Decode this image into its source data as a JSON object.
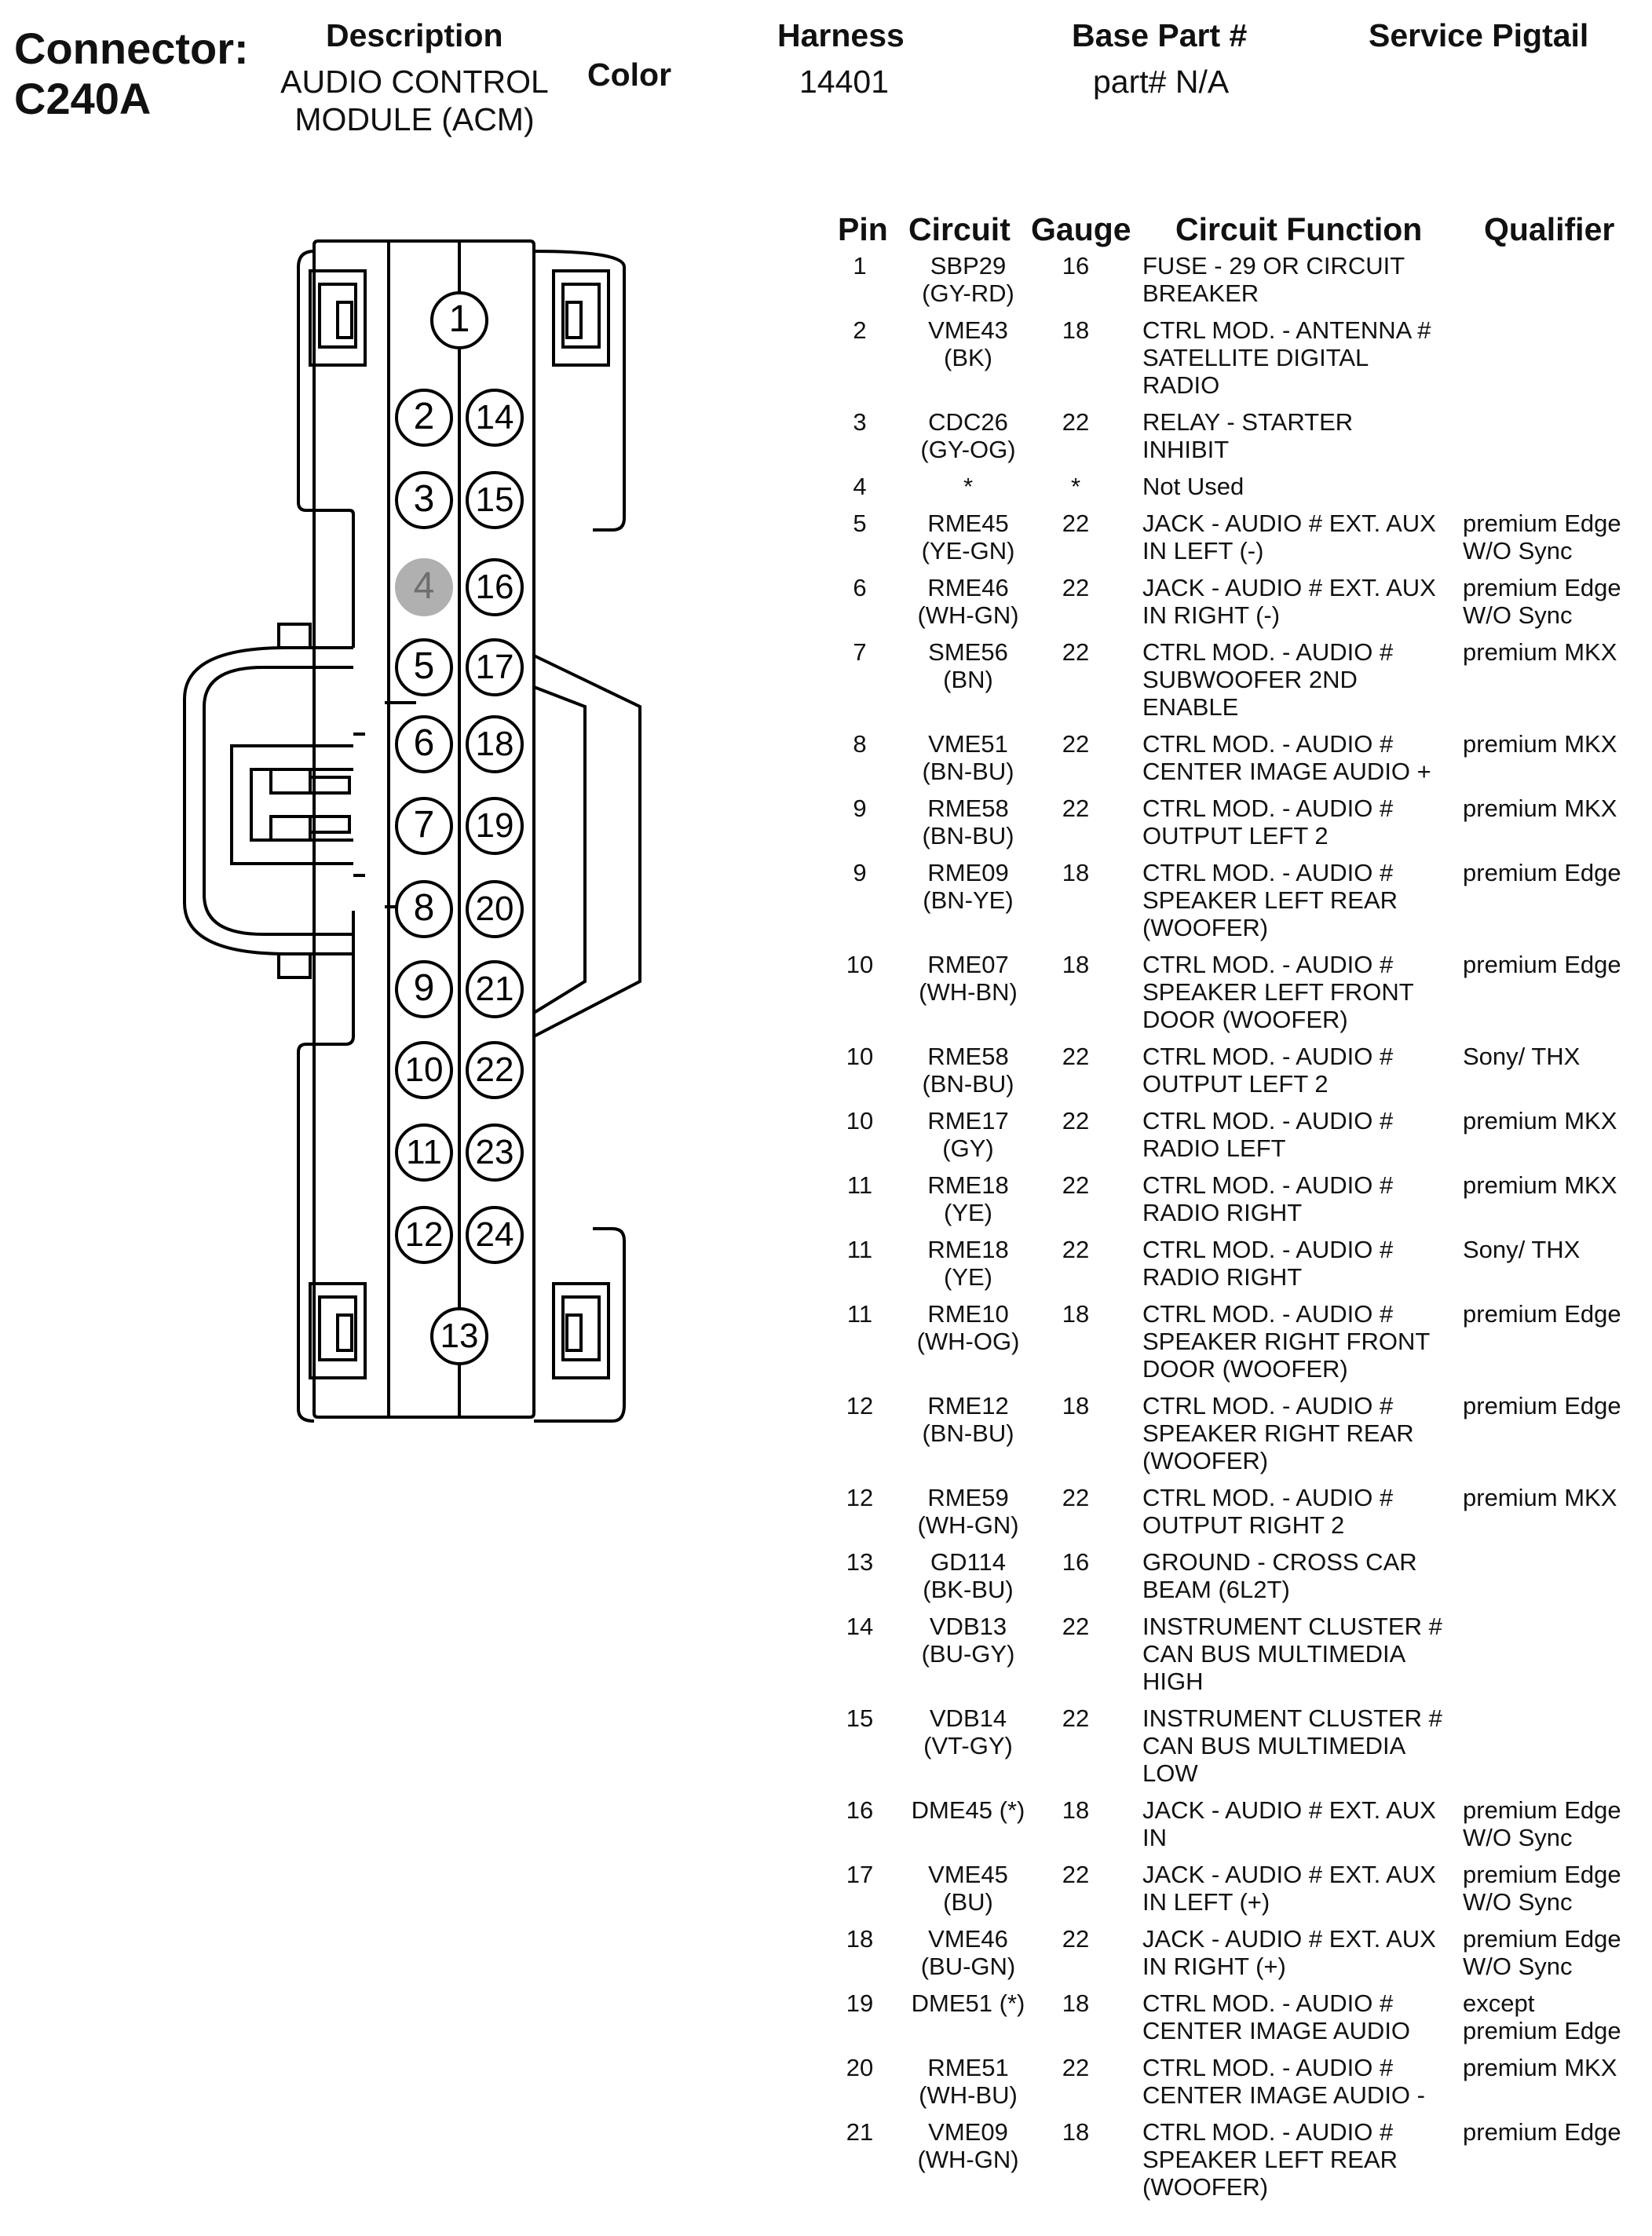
{
  "header": {
    "connector_label": "Connector:",
    "connector_id": "C240A",
    "description_label": "Description",
    "description_value_line1": "AUDIO CONTROL",
    "description_value_line2": "MODULE (ACM)",
    "color_label": "Color",
    "harness_label": "Harness",
    "harness_value": "14401",
    "base_part_label": "Base Part #",
    "base_part_value": "part# N/A",
    "service_pigtail_label": "Service Pigtail"
  },
  "diagram": {
    "pins_left": [
      "1",
      "2",
      "3",
      "4",
      "5",
      "6",
      "7",
      "8",
      "9",
      "10",
      "11",
      "12",
      "13"
    ],
    "pins_right": [
      "14",
      "15",
      "16",
      "17",
      "18",
      "19",
      "20",
      "21",
      "22",
      "23",
      "24"
    ],
    "highlighted_pin": "4",
    "highlight_color": "#b0b0b0"
  },
  "table": {
    "headers": {
      "pin": "Pin",
      "circuit": "Circuit",
      "gauge": "Gauge",
      "function": "Circuit Function",
      "qualifier": "Qualifier"
    },
    "rows": [
      {
        "pin": "1",
        "circuit": "SBP29\n(GY-RD)",
        "gauge": "16",
        "function": "FUSE - 29 OR CIRCUIT\nBREAKER",
        "qualifier": ""
      },
      {
        "pin": "2",
        "circuit": "VME43\n(BK)",
        "gauge": "18",
        "function": "CTRL MOD. - ANTENNA #\nSATELLITE DIGITAL\nRADIO",
        "qualifier": ""
      },
      {
        "pin": "3",
        "circuit": "CDC26\n(GY-OG)",
        "gauge": "22",
        "function": "RELAY - STARTER\nINHIBIT",
        "qualifier": ""
      },
      {
        "pin": "4",
        "circuit": "*",
        "gauge": "*",
        "function": "Not Used",
        "qualifier": ""
      },
      {
        "pin": "5",
        "circuit": "RME45\n(YE-GN)",
        "gauge": "22",
        "function": "JACK - AUDIO # EXT. AUX\nIN LEFT (-)",
        "qualifier": "premium Edge\nW/O Sync"
      },
      {
        "pin": "6",
        "circuit": "RME46\n(WH-GN)",
        "gauge": "22",
        "function": "JACK - AUDIO # EXT. AUX\nIN RIGHT (-)",
        "qualifier": "premium Edge\nW/O Sync"
      },
      {
        "pin": "7",
        "circuit": "SME56\n(BN)",
        "gauge": "22",
        "function": "CTRL MOD. - AUDIO #\nSUBWOOFER 2ND\nENABLE",
        "qualifier": "premium MKX"
      },
      {
        "pin": "8",
        "circuit": "VME51\n(BN-BU)",
        "gauge": "22",
        "function": "CTRL MOD. - AUDIO #\nCENTER IMAGE AUDIO +",
        "qualifier": "premium MKX"
      },
      {
        "pin": "9",
        "circuit": "RME58\n(BN-BU)",
        "gauge": "22",
        "function": "CTRL MOD. - AUDIO #\nOUTPUT LEFT 2",
        "qualifier": "premium MKX"
      },
      {
        "pin": "9",
        "circuit": "RME09\n(BN-YE)",
        "gauge": "18",
        "function": "CTRL MOD. - AUDIO #\nSPEAKER LEFT REAR\n(WOOFER)",
        "qualifier": "premium Edge"
      },
      {
        "pin": "10",
        "circuit": "RME07\n(WH-BN)",
        "gauge": "18",
        "function": "CTRL MOD. - AUDIO #\nSPEAKER LEFT FRONT\nDOOR (WOOFER)",
        "qualifier": "premium Edge"
      },
      {
        "pin": "10",
        "circuit": "RME58\n(BN-BU)",
        "gauge": "22",
        "function": "CTRL MOD. - AUDIO #\nOUTPUT LEFT 2",
        "qualifier": "Sony/ THX"
      },
      {
        "pin": "10",
        "circuit": "RME17\n(GY)",
        "gauge": "22",
        "function": "CTRL MOD. - AUDIO #\nRADIO LEFT",
        "qualifier": "premium MKX"
      },
      {
        "pin": "11",
        "circuit": "RME18\n(YE)",
        "gauge": "22",
        "function": "CTRL MOD. - AUDIO #\nRADIO RIGHT",
        "qualifier": "premium MKX"
      },
      {
        "pin": "11",
        "circuit": "RME18\n(YE)",
        "gauge": "22",
        "function": "CTRL MOD. - AUDIO #\nRADIO RIGHT",
        "qualifier": "Sony/ THX"
      },
      {
        "pin": "11",
        "circuit": "RME10\n(WH-OG)",
        "gauge": "18",
        "function": "CTRL MOD. - AUDIO #\nSPEAKER RIGHT FRONT\nDOOR (WOOFER)",
        "qualifier": "premium Edge"
      },
      {
        "pin": "12",
        "circuit": "RME12\n(BN-BU)",
        "gauge": "18",
        "function": "CTRL MOD. - AUDIO #\nSPEAKER RIGHT REAR\n(WOOFER)",
        "qualifier": "premium Edge"
      },
      {
        "pin": "12",
        "circuit": "RME59\n(WH-GN)",
        "gauge": "22",
        "function": "CTRL MOD. - AUDIO #\nOUTPUT RIGHT 2",
        "qualifier": "premium MKX"
      },
      {
        "pin": "13",
        "circuit": "GD114\n(BK-BU)",
        "gauge": "16",
        "function": "GROUND - CROSS CAR\nBEAM (6L2T)",
        "qualifier": ""
      },
      {
        "pin": "14",
        "circuit": "VDB13\n(BU-GY)",
        "gauge": "22",
        "function": "INSTRUMENT CLUSTER #\nCAN BUS MULTIMEDIA\nHIGH",
        "qualifier": ""
      },
      {
        "pin": "15",
        "circuit": "VDB14\n(VT-GY)",
        "gauge": "22",
        "function": "INSTRUMENT CLUSTER #\nCAN BUS MULTIMEDIA\nLOW",
        "qualifier": ""
      },
      {
        "pin": "16",
        "circuit": "DME45 (*)",
        "gauge": "18",
        "function": "JACK - AUDIO # EXT. AUX\nIN",
        "qualifier": "premium Edge\nW/O Sync"
      },
      {
        "pin": "17",
        "circuit": "VME45\n(BU)",
        "gauge": "22",
        "function": "JACK - AUDIO # EXT. AUX\nIN LEFT (+)",
        "qualifier": "premium Edge\nW/O Sync"
      },
      {
        "pin": "18",
        "circuit": "VME46\n(BU-GN)",
        "gauge": "22",
        "function": "JACK - AUDIO # EXT. AUX\nIN RIGHT (+)",
        "qualifier": "premium Edge\nW/O Sync"
      },
      {
        "pin": "19",
        "circuit": "DME51 (*)",
        "gauge": "18",
        "function": "CTRL MOD. - AUDIO #\nCENTER IMAGE AUDIO",
        "qualifier": "except\npremium Edge"
      },
      {
        "pin": "20",
        "circuit": "RME51\n(WH-BU)",
        "gauge": "22",
        "function": "CTRL MOD. - AUDIO #\nCENTER IMAGE AUDIO -",
        "qualifier": "premium MKX"
      },
      {
        "pin": "21",
        "circuit": "VME09\n(WH-GN)",
        "gauge": "18",
        "function": "CTRL MOD. - AUDIO #\nSPEAKER LEFT REAR\n(WOOFER)",
        "qualifier": "premium Edge"
      }
    ]
  }
}
